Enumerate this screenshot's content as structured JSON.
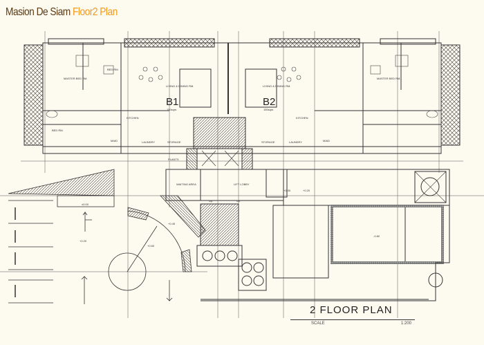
{
  "header": {
    "title_main": "Masion De Siam",
    "title_accent": "Floor2 Plan"
  },
  "colors": {
    "title_main": "#5a3a12",
    "title_accent": "#f39a1a",
    "background": "#fdfaf0",
    "lines": "#333333"
  },
  "plan": {
    "title": "2  FLOOR PLAN",
    "scale_label": "SCALE",
    "scale_value": "1:200",
    "units": [
      {
        "code": "B1",
        "room": "LIVING & DINING RM.",
        "area": "150sqm."
      },
      {
        "code": "B2",
        "room": "LIVING & DINING RM.",
        "area": "150sqm."
      }
    ],
    "rooms": {
      "master_bed": "MASTER BED RM.",
      "bed": "BED RM.",
      "kitchen": "KITCHEN",
      "laundry": "LAUNDRY",
      "storage": "STORAGE",
      "maid": "MAID",
      "plants": "PLANTS",
      "waiting": "WAITING AREA",
      "lift_lobby": "LIFT LOBBY",
      "up": "Up."
    },
    "levels": {
      "parking": "+0.20",
      "drive": "+0.60",
      "porch": "+0.45",
      "lobby_a": "+0.30",
      "lobby_b": "+0.20",
      "pool": "-0.80",
      "ramp": "±0.00"
    }
  }
}
